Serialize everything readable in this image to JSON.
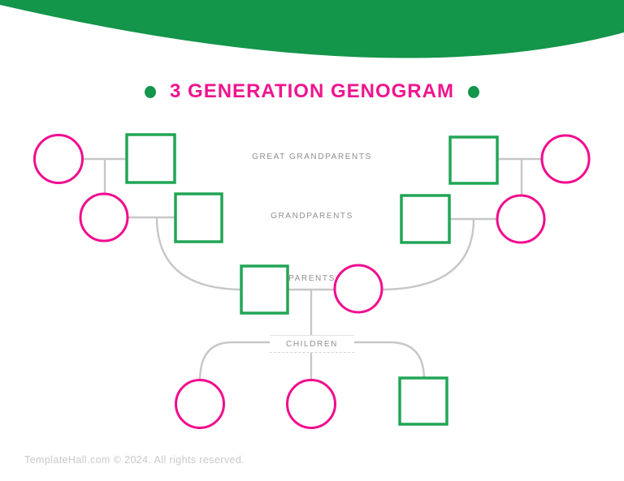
{
  "title": {
    "text": "3 GENERATION GENOGRAM",
    "color": "#F0148E",
    "dot_color": "#13954A"
  },
  "diagram": {
    "shape_colors": {
      "square_stroke": "#22A556",
      "circle_stroke": "#F00C8E",
      "connector_gray": "#C7C7C7"
    },
    "generations": [
      {
        "label": "GREAT GRANDPARENTS",
        "nodes": [
          "circle",
          "square",
          "square",
          "circle"
        ]
      },
      {
        "label": "GRANDPARENTS",
        "nodes": [
          "circle",
          "square",
          "square",
          "circle"
        ]
      },
      {
        "label": "PARENTS",
        "nodes": [
          "square",
          "circle"
        ]
      },
      {
        "label": "CHILDREN",
        "nodes": [
          "circle",
          "circle",
          "square"
        ]
      }
    ]
  },
  "footer": {
    "copyright": "TemplateHall.com © 2024. All rights reserved.",
    "color": "#C9C9C9"
  },
  "colors": {
    "banner_green": "#13954A",
    "background": "#FFFFFF",
    "label_gray": "#8F8F8F"
  }
}
